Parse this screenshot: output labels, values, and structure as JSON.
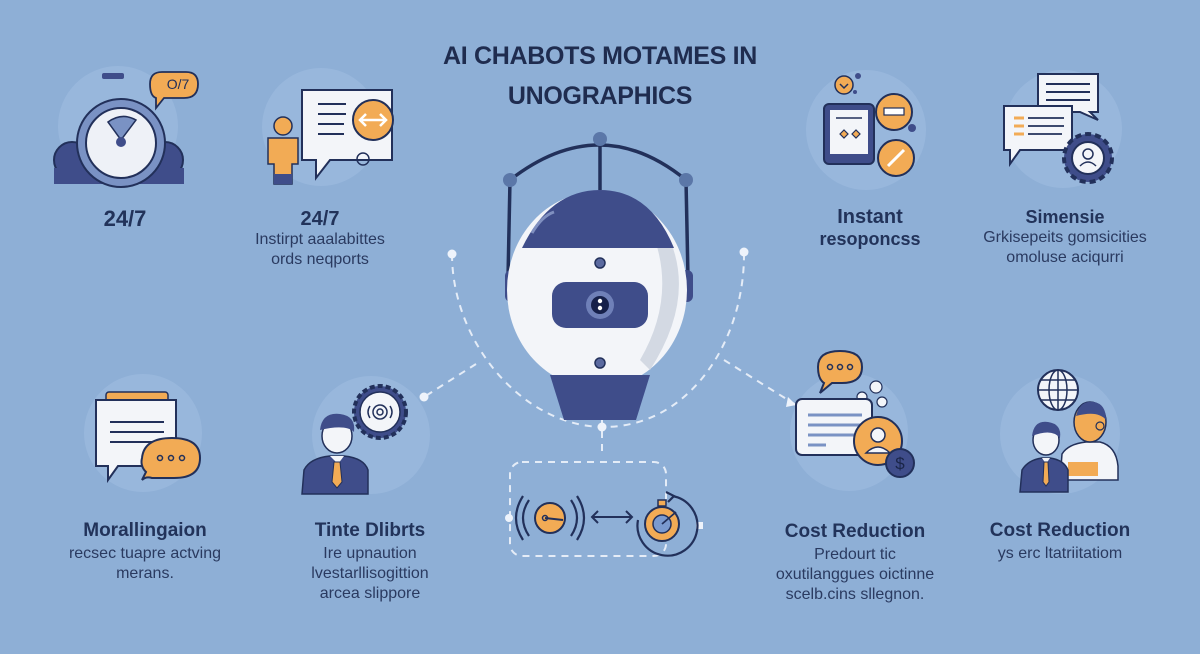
{
  "title": {
    "line1": "AI CHABOTS MOTAMES IN",
    "line2": "UNOGRAPHICS"
  },
  "colors": {
    "background": "#8eafd6",
    "navy": "#2b3a6b",
    "orange": "#f2ab55",
    "white": "#f4f6fa",
    "dashed_line": "#eef3fb"
  },
  "cards": [
    {
      "id": "availability",
      "icon": "stopwatch-icon",
      "badge": "O/7",
      "heading": "24/7",
      "desc": []
    },
    {
      "id": "instant-support",
      "icon": "person-chat-icon",
      "heading": "24/7",
      "desc": [
        "Instirpt aaalabittes",
        "ords neqports"
      ]
    },
    {
      "id": "instant-responses",
      "icon": "tablet-bubbles-icon",
      "heading": "Instant",
      "heading2": "resoponcss",
      "desc": []
    },
    {
      "id": "simensie",
      "icon": "chat-gear-icon",
      "heading": "Simensie",
      "desc": [
        "Grkisepeits gomsicities",
        "omoluse aciqurri"
      ]
    },
    {
      "id": "multilingual",
      "icon": "chat-bubbles-icon",
      "heading": "Morallingaion",
      "desc": [
        "recsec tuapre actving",
        "merans."
      ]
    },
    {
      "id": "tinte-dlibrts",
      "icon": "person-gear-icon",
      "heading": "Tinte Dlibrts",
      "desc": [
        "Ire upnaution",
        "lvestarllisogittion",
        "arcea slippore"
      ]
    },
    {
      "id": "cost-reduction-1",
      "icon": "chat-coin-icon",
      "heading": "Cost Reduction",
      "desc": [
        "Predourt tic",
        "oxutilanggues oictinne",
        "scelb.cins sllegnon."
      ]
    },
    {
      "id": "cost-reduction-2",
      "icon": "people-globe-icon",
      "heading": "Cost Reduction",
      "desc": [
        "ys erc ltatriitatiom"
      ]
    }
  ],
  "center": {
    "icon": "robot-head-icon",
    "flow": {
      "left_icon": "signal-gauge-icon",
      "arrow": "bidirectional-arrow-icon",
      "right_icon": "refresh-timer-icon"
    }
  }
}
